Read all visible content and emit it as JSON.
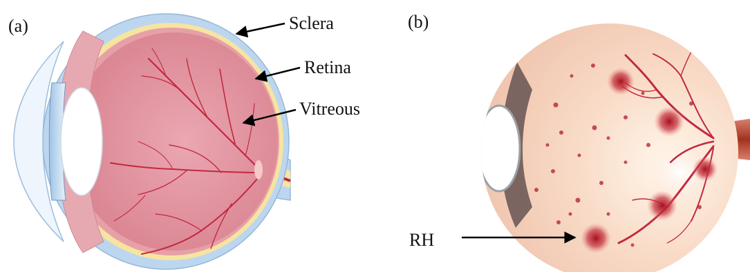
{
  "panels": [
    {
      "tag": "(a)",
      "labels": [
        "Sclera",
        "Retina",
        "Vitreous"
      ]
    },
    {
      "tag": "(b)",
      "labels": [
        "RH"
      ]
    }
  ],
  "colors": {
    "sclera": "#bcd6ef",
    "retina": "#f6e4a0",
    "vitreous": "#df8a98",
    "vessel": "#c2283e",
    "hemorrhage": "#a8101f",
    "fundus": "#f7d3c0",
    "optic_nerve": "#b44a3a",
    "lens": "#ffffff",
    "arrow": "#000000"
  }
}
